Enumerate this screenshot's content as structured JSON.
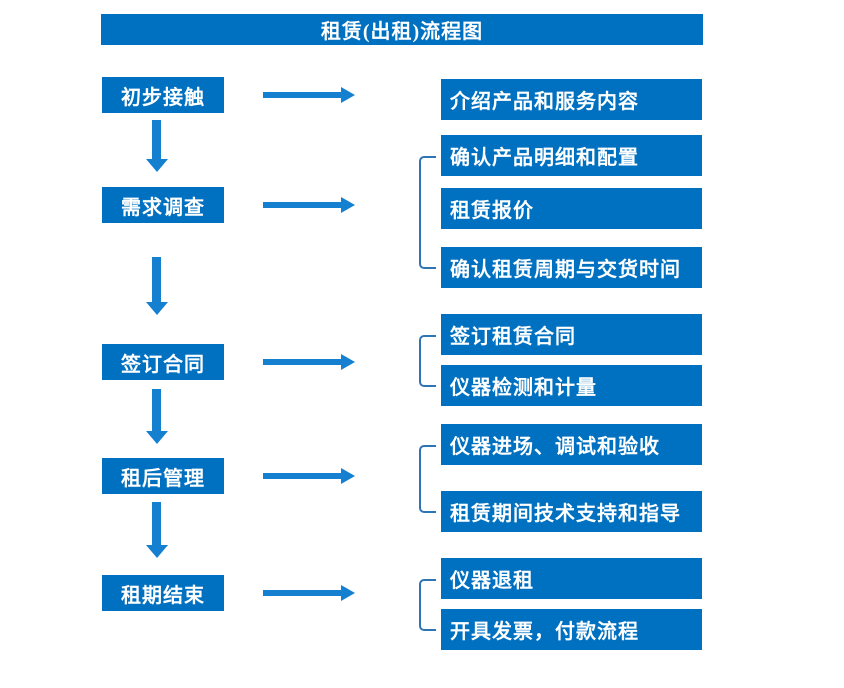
{
  "title": "租赁(出租)流程图",
  "colors": {
    "box_fill": "#0070C0",
    "arrow": "#1680D0",
    "bracket": "#2E75B6",
    "text": "#FFFFFF",
    "background": "#FFFFFF"
  },
  "flow": [
    {
      "step": "初步接触",
      "outputs": [
        "介绍产品和服务内容"
      ]
    },
    {
      "step": "需求调查",
      "outputs": [
        "确认产品明细和配置",
        "租赁报价",
        "确认租赁周期与交货时间"
      ]
    },
    {
      "step": "签订合同",
      "outputs": [
        "签订租赁合同",
        "仪器检测和计量"
      ]
    },
    {
      "step": "租后管理",
      "outputs": [
        "仪器进场、调试和验收",
        "租赁期间技术支持和指导"
      ]
    },
    {
      "step": "租期结束",
      "outputs": [
        "仪器退租",
        "开具发票，付款流程"
      ]
    }
  ]
}
